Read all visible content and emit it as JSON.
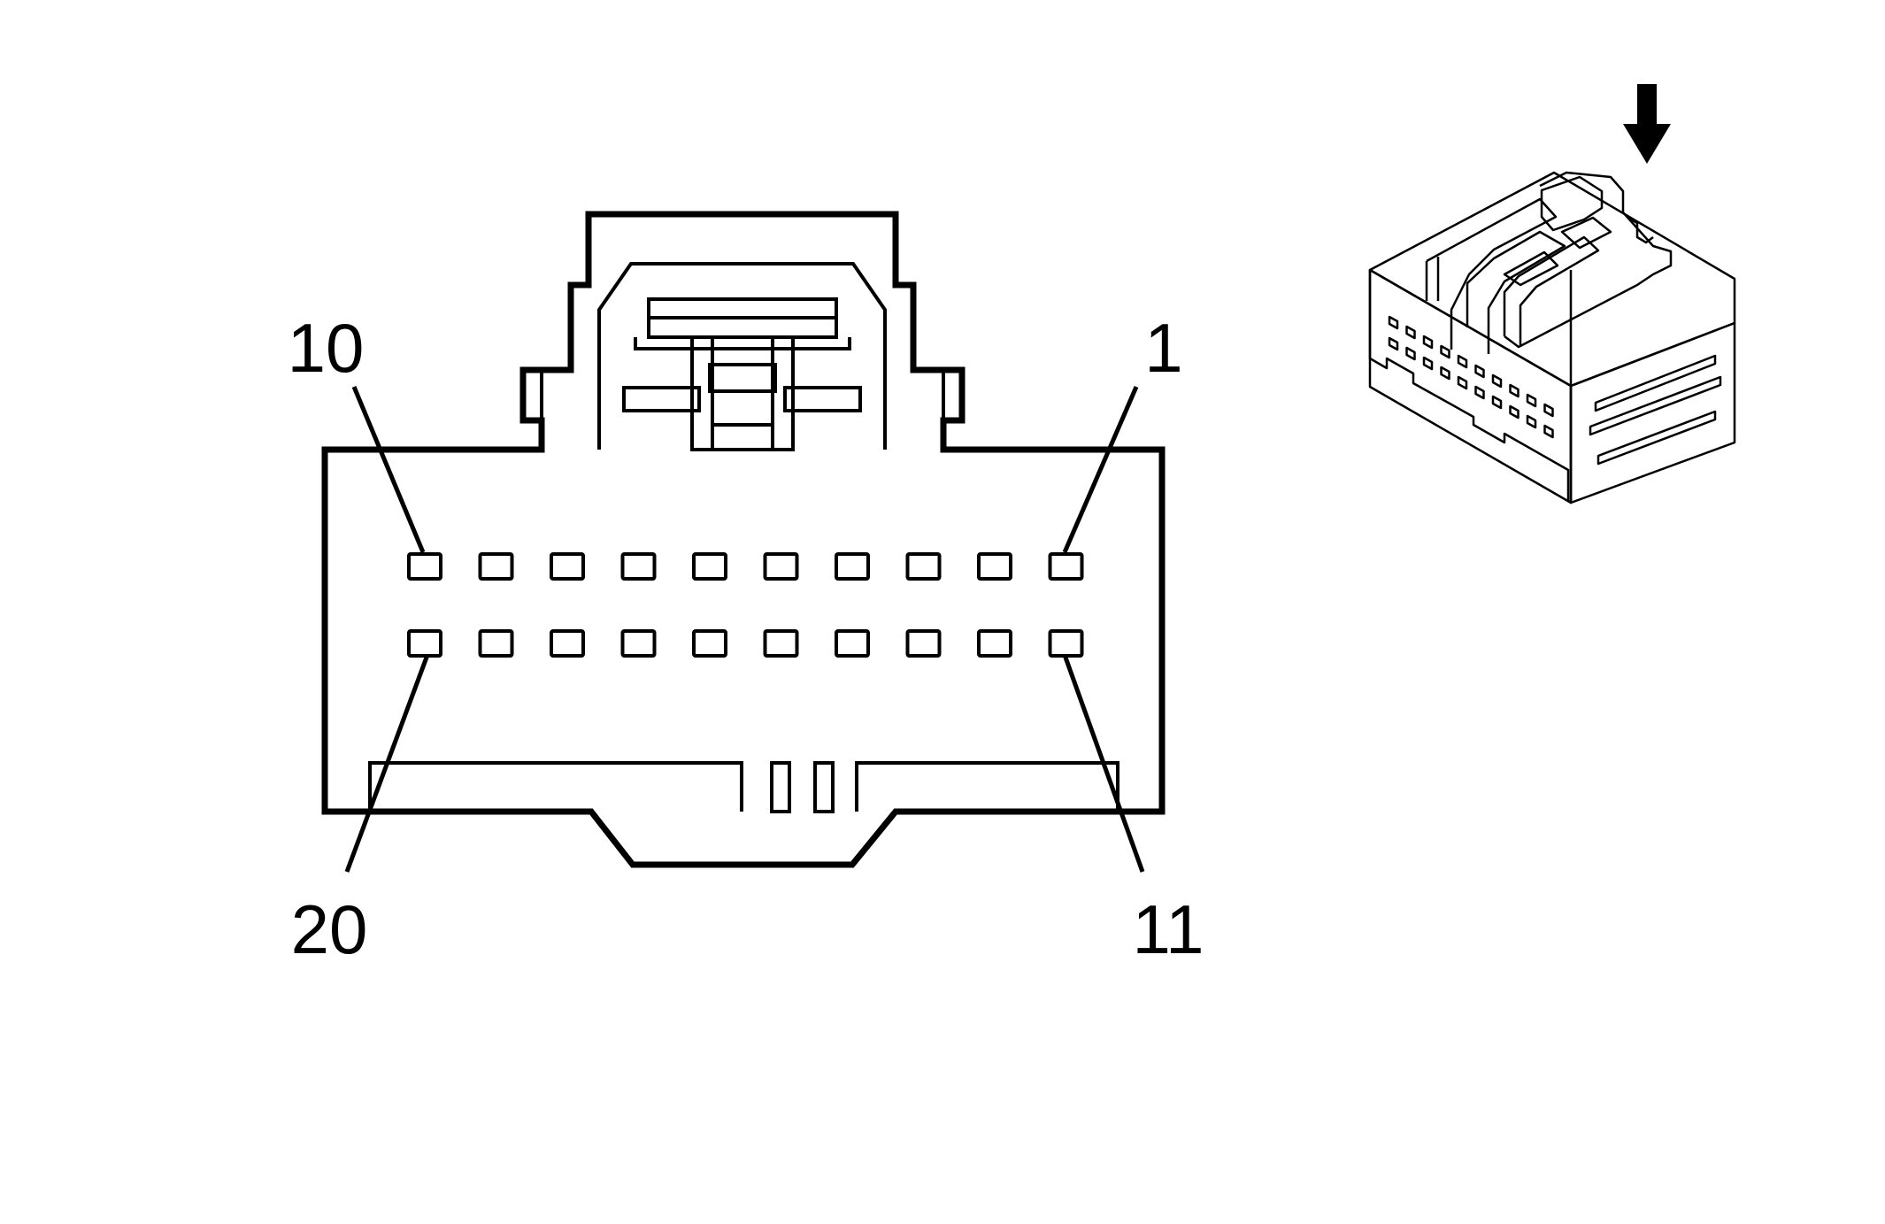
{
  "diagram": {
    "pin_labels": {
      "top_left": "10",
      "top_right": "1",
      "bottom_left": "20",
      "bottom_right": "11"
    },
    "cavity_rows": 2,
    "cavities_per_row": 10,
    "colors": {
      "line": "#000000",
      "background": "#ffffff"
    },
    "icons": {
      "view_direction": "arrow-down-icon",
      "connector_isometric": "connector-iso-icon"
    }
  }
}
